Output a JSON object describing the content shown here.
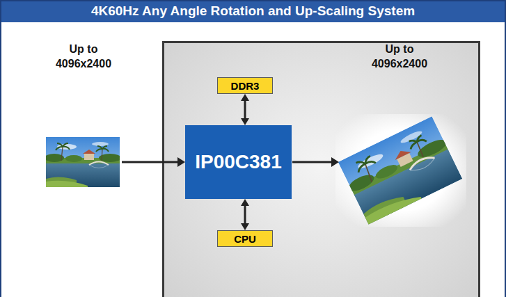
{
  "diagram": {
    "title": "4K60Hz Any Angle Rotation and Up-Scaling System",
    "nodes": [
      {
        "text": [
          "DDR3"
        ]
      },
      {
        "text": [
          "IP00C381"
        ]
      },
      {
        "text": [
          "CPU"
        ]
      }
    ],
    "edges": [
      {
        "from": 0,
        "to": 1,
        "arrow": "both"
      },
      {
        "from": 1,
        "to": 2,
        "arrow": "both"
      }
    ],
    "labels": [
      "Up to 4096x2400",
      "Up to 4096x2400"
    ]
  }
}
